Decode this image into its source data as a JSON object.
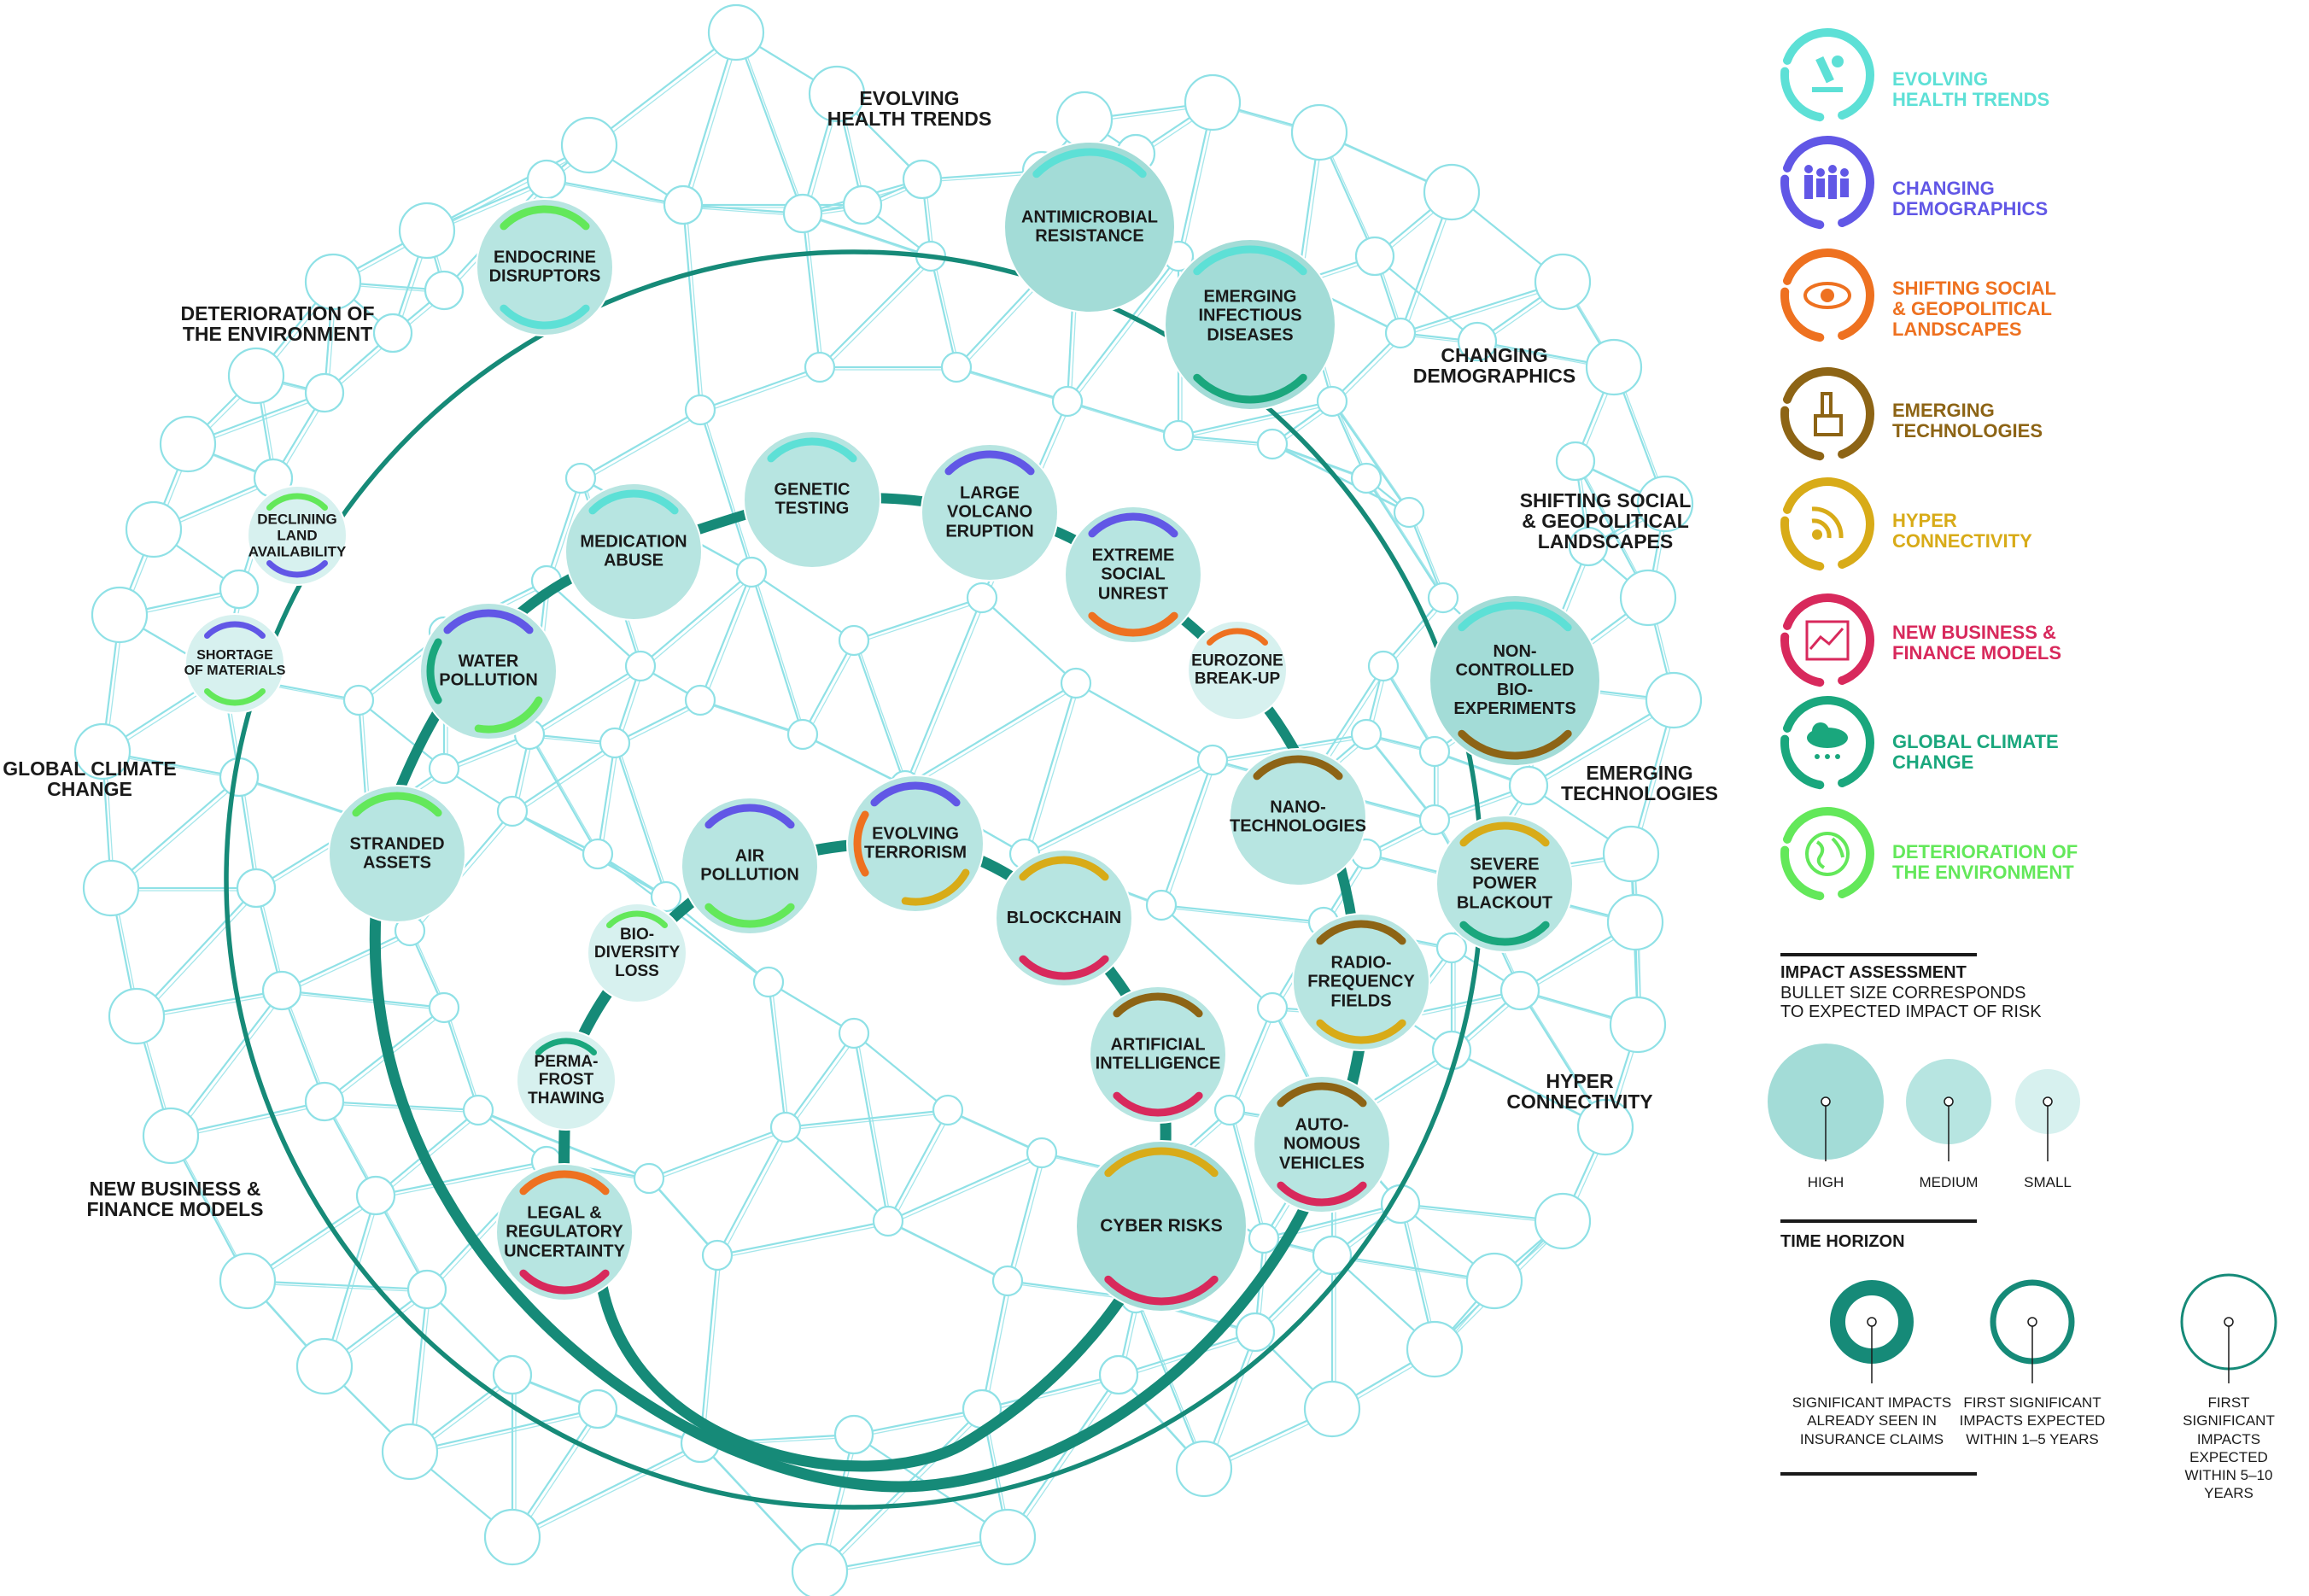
{
  "colors": {
    "net_line": "#8fe1e6",
    "big_circle": "#168a78",
    "node_fill": "#a6ddd9",
    "health": "#5de0d6",
    "demographics": "#6157e6",
    "social": "#ee7120",
    "tech": "#8d6415",
    "hyper": "#d8ab18",
    "finance": "#d8295c",
    "climate": "#1aa77d",
    "environment": "#63e85a"
  },
  "outer_labels": [
    {
      "id": "ol-health",
      "text": "EVOLVING\nHEALTH TRENDS"
    },
    {
      "id": "ol-env",
      "text": "DETERIORATION OF\nTHE ENVIRONMENT"
    },
    {
      "id": "ol-demo",
      "text": "CHANGING\nDEMOGRAPHICS"
    },
    {
      "id": "ol-social",
      "text": "SHIFTING SOCIAL\n& GEOPOLITICAL\nLANDSCAPES"
    },
    {
      "id": "ol-climate",
      "text": "GLOBAL CLIMATE\nCHANGE"
    },
    {
      "id": "ol-tech",
      "text": "EMERGING\nTECHNOLOGIES"
    },
    {
      "id": "ol-hyper",
      "text": "HYPER\nCONNECTIVITY"
    },
    {
      "id": "ol-finance",
      "text": "NEW BUSINESS &\nFINANCE MODELS"
    }
  ],
  "risks": [
    {
      "id": "amr",
      "label": "ANTIMICROBIAL\nRESISTANCE",
      "impact": "high",
      "cats": [
        "health"
      ]
    },
    {
      "id": "endo",
      "label": "ENDOCRINE\nDISRUPTORS",
      "impact": "medium",
      "cats": [
        "environment",
        "health"
      ]
    },
    {
      "id": "eid",
      "label": "EMERGING\nINFECTIOUS\nDISEASES",
      "impact": "high",
      "cats": [
        "health",
        "climate"
      ]
    },
    {
      "id": "land",
      "label": "DECLINING\nLAND\nAVAILABILITY",
      "impact": "small",
      "cats": [
        "environment",
        "demographics"
      ]
    },
    {
      "id": "shortage",
      "label": "SHORTAGE\nOF MATERIALS",
      "impact": "small",
      "cats": [
        "demographics",
        "environment"
      ]
    },
    {
      "id": "genetic",
      "label": "GENETIC\nTESTING",
      "impact": "medium",
      "cats": [
        "health"
      ]
    },
    {
      "id": "volcano",
      "label": "LARGE\nVOLCANO\nERUPTION",
      "impact": "medium",
      "cats": [
        "demographics"
      ]
    },
    {
      "id": "unrest",
      "label": "EXTREME\nSOCIAL\nUNREST",
      "impact": "medium",
      "cats": [
        "demographics",
        "social"
      ]
    },
    {
      "id": "medabuse",
      "label": "MEDICATION\nABUSE",
      "impact": "medium",
      "cats": [
        "health"
      ]
    },
    {
      "id": "eurozone",
      "label": "EUROZONE\nBREAK-UP",
      "impact": "small",
      "cats": [
        "social"
      ]
    },
    {
      "id": "ncbio",
      "label": "NON-\nCONTROLLED\nBIO-\nEXPERIMENTS",
      "impact": "high",
      "cats": [
        "health",
        "tech"
      ]
    },
    {
      "id": "water",
      "label": "WATER\nPOLLUTION",
      "impact": "medium",
      "cats": [
        "demographics",
        "climate",
        "environment"
      ]
    },
    {
      "id": "stranded",
      "label": "STRANDED\nASSETS",
      "impact": "medium",
      "cats": [
        "environment"
      ]
    },
    {
      "id": "airpol",
      "label": "AIR\nPOLLUTION",
      "impact": "medium",
      "cats": [
        "demographics",
        "environment"
      ]
    },
    {
      "id": "terror",
      "label": "EVOLVING\nTERRORISM",
      "impact": "medium",
      "cats": [
        "demographics",
        "social",
        "hyper"
      ]
    },
    {
      "id": "nano",
      "label": "NANO-\nTECHNOLOGIES",
      "impact": "medium",
      "cats": [
        "tech"
      ]
    },
    {
      "id": "blackout",
      "label": "SEVERE\nPOWER\nBLACKOUT",
      "impact": "medium",
      "cats": [
        "hyper",
        "climate"
      ]
    },
    {
      "id": "blockchain",
      "label": "BLOCKCHAIN",
      "impact": "medium",
      "cats": [
        "hyper",
        "finance"
      ]
    },
    {
      "id": "biodiv",
      "label": "BIO-\nDIVERSITY\nLOSS",
      "impact": "small",
      "cats": [
        "environment"
      ]
    },
    {
      "id": "rf",
      "label": "RADIO-\nFREQUENCY\nFIELDS",
      "impact": "medium",
      "cats": [
        "tech",
        "hyper"
      ]
    },
    {
      "id": "ai",
      "label": "ARTIFICIAL\nINTELLIGENCE",
      "impact": "medium",
      "cats": [
        "tech",
        "finance"
      ]
    },
    {
      "id": "perma",
      "label": "PERMA-\nFROST\nTHAWING",
      "impact": "small",
      "cats": [
        "climate"
      ]
    },
    {
      "id": "auto",
      "label": "AUTO-\nNOMOUS\nVEHICLES",
      "impact": "medium",
      "cats": [
        "tech",
        "finance"
      ]
    },
    {
      "id": "legal",
      "label": "LEGAL &\nREGULATORY\nUNCERTAINTY",
      "impact": "medium",
      "cats": [
        "social",
        "finance"
      ]
    },
    {
      "id": "cyber",
      "label": "CYBER RISKS",
      "impact": "high",
      "cats": [
        "hyper",
        "finance"
      ]
    }
  ],
  "legend": {
    "categories": [
      {
        "key": "health",
        "label": "EVOLVING\nHEALTH TRENDS",
        "icon": "microscope-icon"
      },
      {
        "key": "demographics",
        "label": "CHANGING\nDEMOGRAPHICS",
        "icon": "family-icon"
      },
      {
        "key": "social",
        "label": "SHIFTING SOCIAL\n& GEOPOLITICAL\nLANDSCAPES",
        "icon": "eye-icon"
      },
      {
        "key": "tech",
        "label": "EMERGING\nTECHNOLOGIES",
        "icon": "pointer-hand-icon"
      },
      {
        "key": "hyper",
        "label": "HYPER\nCONNECTIVITY",
        "icon": "rss-feed-icon"
      },
      {
        "key": "finance",
        "label": "NEW BUSINESS &\nFINANCE MODELS",
        "icon": "line-chart-icon"
      },
      {
        "key": "climate",
        "label": "GLOBAL CLIMATE\nCHANGE",
        "icon": "rain-cloud-icon"
      },
      {
        "key": "environment",
        "label": "DETERIORATION OF\nTHE ENVIRONMENT",
        "icon": "globe-icon"
      }
    ],
    "impact": {
      "title": "IMPACT ASSESSMENT",
      "subtitle": "BULLET SIZE CORRESPONDS\nTO EXPECTED IMPACT OF RISK",
      "sizes": [
        "HIGH",
        "MEDIUM",
        "SMALL"
      ]
    },
    "time": {
      "title": "TIME HORIZON",
      "items": [
        "SIGNIFICANT IMPACTS\nALREADY SEEN IN\nINSURANCE CLAIMS",
        "FIRST SIGNIFICANT\nIMPACTS EXPECTED\nWITHIN 1–5 YEARS",
        "FIRST SIGNIFICANT\nIMPACTS EXPECTED\nWITHIN 5–10 YEARS"
      ]
    }
  }
}
